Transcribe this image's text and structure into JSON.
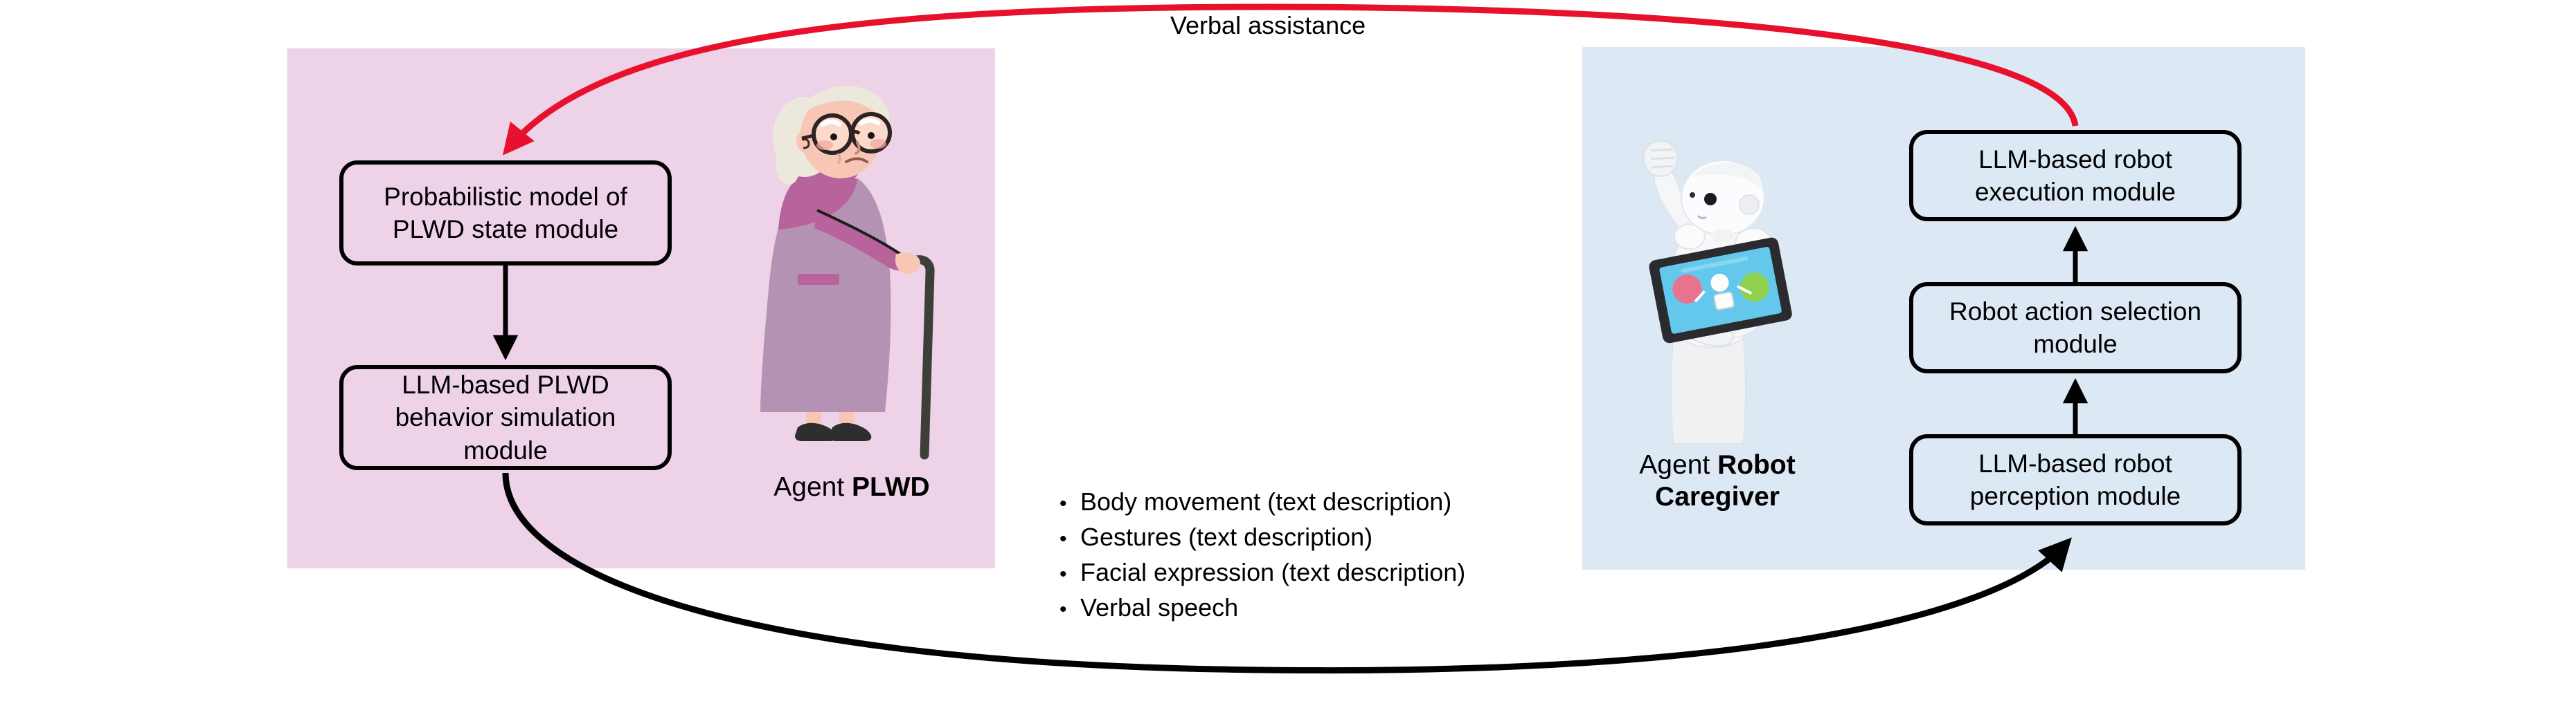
{
  "figure": {
    "title_text": "Verbal assistance",
    "plwd_panel": {
      "background_color": "#eed2e7",
      "agent_label_prefix": "Agent ",
      "agent_label_name": "PLWD",
      "boxes": [
        {
          "id": "probabilistic-model",
          "label": "Probabilistic model of PLWD state module"
        },
        {
          "id": "llm-plwd-behavior",
          "label": "LLM-based PLWD behavior simulation module"
        }
      ]
    },
    "robot_panel": {
      "background_color": "#dde8f5",
      "agent_label_prefix": "Agent ",
      "agent_label_name_line1": "Robot",
      "agent_label_name_line2": "Caregiver",
      "boxes": [
        {
          "id": "llm-robot-execution",
          "label": "LLM-based robot execution module"
        },
        {
          "id": "robot-action-selection",
          "label": "Robot action selection module"
        },
        {
          "id": "llm-robot-perception",
          "label": "LLM-based robot perception module"
        }
      ]
    },
    "modalities": {
      "bullet_glyph": "•",
      "items": [
        "Body movement (text description)",
        "Gestures (text description)",
        "Facial expression (text description)",
        "Verbal speech"
      ]
    },
    "arrows": {
      "verbal_assistance_color": "#e8112d",
      "modality_flow_color": "#000000",
      "internal_flow_color": "#000000"
    },
    "illustrations": {
      "plwd": {
        "name": "elderly-woman-with-cane",
        "hair_color": "#ece9dc",
        "skin_color": "#f7c6b4",
        "coat_color": "#b392b4",
        "sleeve_color": "#b8639c",
        "shoe_color": "#2e2e2e",
        "cane_color": "#3c4039"
      },
      "robot": {
        "name": "pepper-humanoid-robot",
        "body_color": "#f5f6f7",
        "tablet_screen_color": "#63c8ec",
        "tablet_bezel_color": "#2b2b2f",
        "tablet_left_circle_color": "#e8738f",
        "tablet_right_circle_color": "#8fd14f"
      }
    }
  }
}
